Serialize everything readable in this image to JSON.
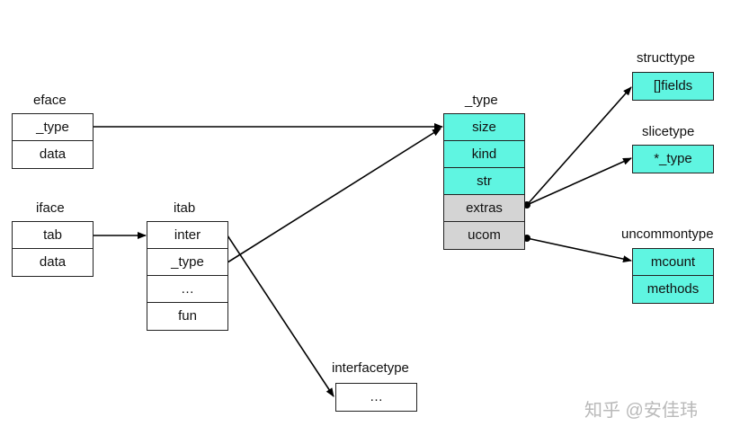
{
  "eface": {
    "title": "eface",
    "fields": [
      "_type",
      "data"
    ]
  },
  "iface": {
    "title": "iface",
    "fields": [
      "tab",
      "data"
    ]
  },
  "itab": {
    "title": "itab",
    "fields": [
      "inter",
      "_type",
      "…",
      "fun"
    ]
  },
  "type": {
    "title": "_type",
    "fields": [
      "size",
      "kind",
      "str",
      "extras",
      "ucom"
    ]
  },
  "structtype": {
    "title": "structtype",
    "fields": [
      "[]fields"
    ]
  },
  "slicetype": {
    "title": "slicetype",
    "fields": [
      "*_type"
    ]
  },
  "uncommontype": {
    "title": "uncommontype",
    "fields": [
      "mcount",
      "methods"
    ]
  },
  "interfacetype": {
    "title": "interfacetype",
    "fields": [
      "…"
    ]
  },
  "colors": {
    "highlight": "#5ff5e1",
    "muted": "#d4d4d4"
  },
  "watermark": "知乎 @安佳玮"
}
